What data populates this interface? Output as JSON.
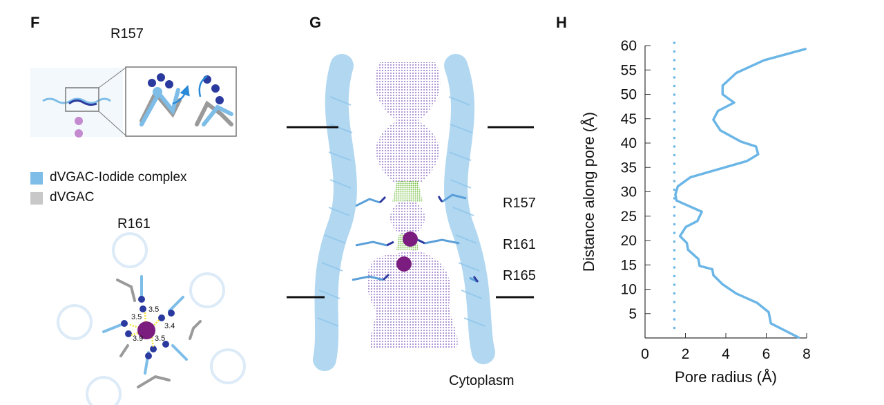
{
  "panels": {
    "F": {
      "letter": "F",
      "top_title": "R157",
      "legend": [
        {
          "label": "dVGAC-Iodide complex",
          "color": "#7dbde8"
        },
        {
          "label": "dVGAC",
          "color": "#c8c8c8"
        }
      ],
      "bottom_title": "R161",
      "distances": [
        "3.5",
        "3.5",
        "3.4",
        "3.9",
        "3.5"
      ]
    },
    "G": {
      "letter": "G",
      "residues": [
        "R157",
        "R161",
        "R165"
      ],
      "bottom_label": "Cytoplasm"
    },
    "H": {
      "letter": "H"
    }
  },
  "colors": {
    "helix": "#a9d3f0",
    "curve": "#6bb6e6",
    "pore": "#7a4fb8",
    "constriction": "#7bc24a",
    "ion": "#7a1d7e",
    "arg_dark": "#2b3a9e"
  },
  "chart_data": {
    "type": "line",
    "xlabel": "Pore radius (Å)",
    "ylabel": "Distance along pore (Å)",
    "xlim": [
      0,
      8
    ],
    "ylim": [
      0,
      60
    ],
    "xticks": [
      0,
      2,
      4,
      6,
      8
    ],
    "yticks": [
      5,
      10,
      15,
      20,
      25,
      30,
      35,
      40,
      45,
      50,
      55,
      60
    ],
    "grid": false,
    "reference_line": {
      "style": "dotted",
      "radius": 1.45
    },
    "series": [
      {
        "name": "pore radius profile",
        "points": [
          [
            7.6,
            0.1
          ],
          [
            6.23,
            3
          ],
          [
            6.12,
            5.3
          ],
          [
            5.55,
            7.2
          ],
          [
            4.52,
            9.1
          ],
          [
            3.84,
            11
          ],
          [
            3.38,
            12.9
          ],
          [
            3.33,
            14.1
          ],
          [
            2.7,
            14.8
          ],
          [
            2.64,
            16.2
          ],
          [
            2.13,
            18.1
          ],
          [
            2.07,
            19.5
          ],
          [
            1.73,
            20.9
          ],
          [
            2.02,
            22.8
          ],
          [
            2.59,
            24
          ],
          [
            2.81,
            25.9
          ],
          [
            1.56,
            28.2
          ],
          [
            1.5,
            29.4
          ],
          [
            1.62,
            31.1
          ],
          [
            2.25,
            33
          ],
          [
            3.61,
            34.6
          ],
          [
            5.04,
            36.3
          ],
          [
            5.6,
            37.7
          ],
          [
            5.49,
            39.3
          ],
          [
            4.75,
            40.3
          ],
          [
            3.73,
            42.6
          ],
          [
            3.38,
            44.8
          ],
          [
            3.61,
            46.6
          ],
          [
            4.41,
            48.3
          ],
          [
            3.84,
            50
          ],
          [
            3.84,
            51.8
          ],
          [
            4.52,
            54.4
          ],
          [
            5.89,
            57
          ],
          [
            7.94,
            59.3
          ]
        ]
      }
    ]
  }
}
